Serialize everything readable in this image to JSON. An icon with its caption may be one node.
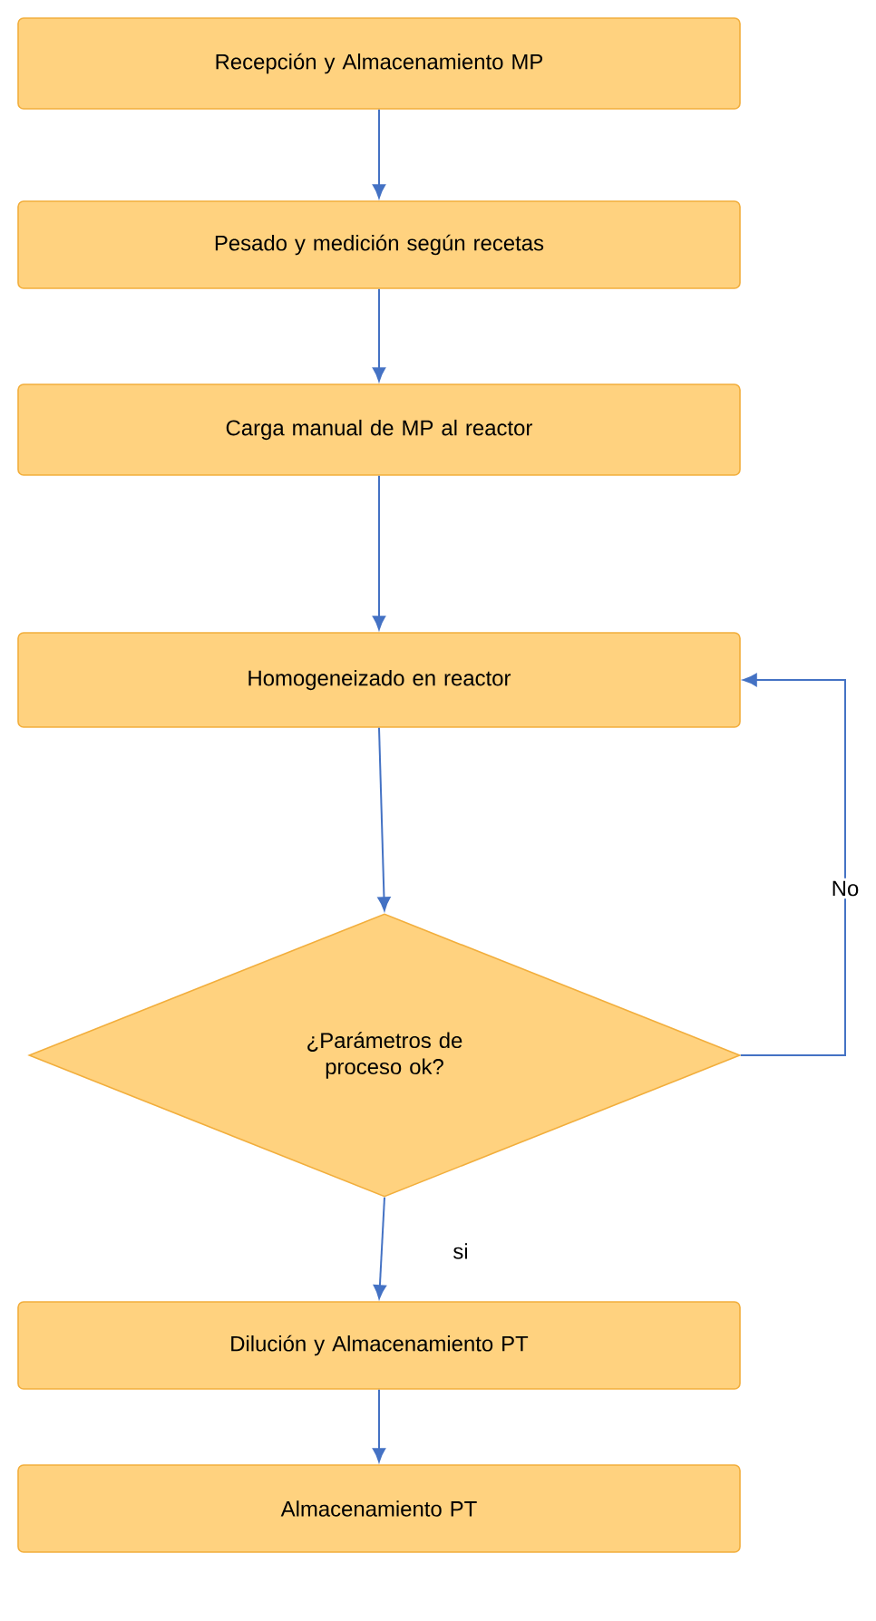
{
  "diagram": {
    "nodes": [
      {
        "text": [
          "Recepción y Almacenamiento MP"
        ]
      },
      {
        "text": [
          "Pesado y medición según recetas"
        ]
      },
      {
        "text": [
          "Carga manual de MP al reactor"
        ]
      },
      {
        "text": [
          "Homogeneizado en reactor"
        ]
      },
      {
        "text": [
          "¿Parámetros de proceso ok?"
        ]
      },
      {
        "text": [
          "Dilución y Almacenamiento PT"
        ]
      },
      {
        "text": [
          "Almacenamiento PT"
        ]
      }
    ],
    "edges": [
      {
        "from": 0,
        "to": 1,
        "arrow": "to"
      },
      {
        "from": 1,
        "to": 2,
        "arrow": "to"
      },
      {
        "from": 2,
        "to": 3,
        "arrow": "to"
      },
      {
        "from": 3,
        "to": 4,
        "arrow": "to"
      },
      {
        "from": 4,
        "to": 3,
        "arrow": "to",
        "label": "No"
      },
      {
        "from": 4,
        "to": 5,
        "arrow": "to",
        "label": "si"
      },
      {
        "from": 5,
        "to": 6,
        "arrow": "to"
      }
    ]
  }
}
